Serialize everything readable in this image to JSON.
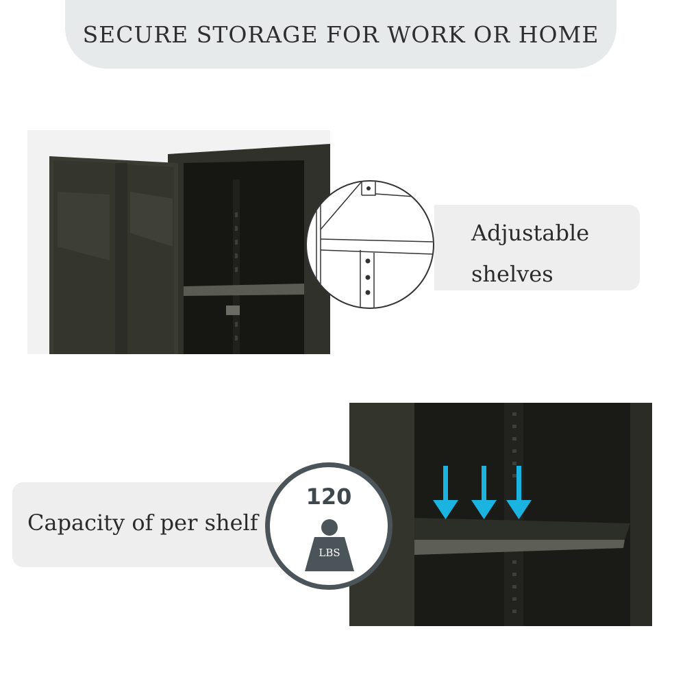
{
  "header": {
    "title": "SECURE STORAGE FOR WORK OR HOME"
  },
  "feature_shelves": {
    "label": "Adjustable shelves"
  },
  "feature_capacity": {
    "label": "Capacity of per shelf",
    "value": "120",
    "unit": "LBS"
  },
  "colors": {
    "cabinet": "#2c2e26",
    "header_bg": "#e7eaea",
    "label_bg": "#eeeeee",
    "badge_ring": "#4b5559",
    "arrow": "#1bb3e0"
  },
  "icons": {
    "weight": "weight-icon",
    "arrows": "down-arrow-icon"
  }
}
